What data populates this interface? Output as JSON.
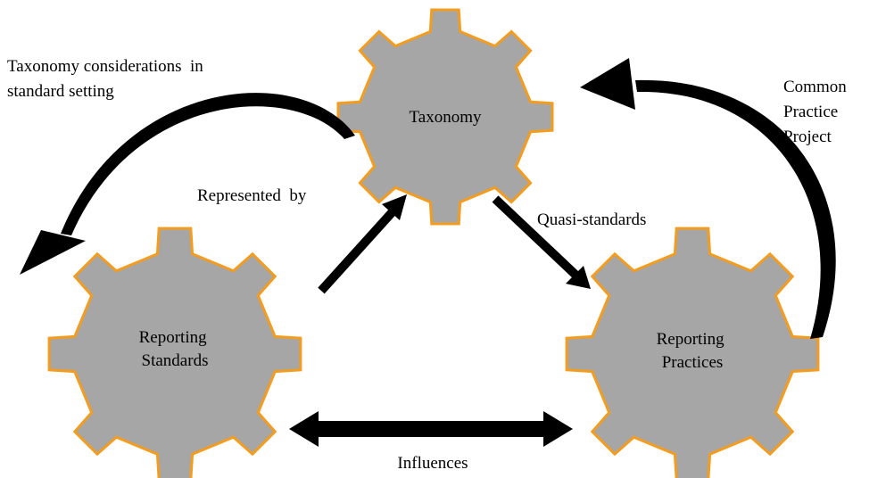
{
  "gears": {
    "taxonomy": {
      "label": [
        "Taxonomy"
      ]
    },
    "standards": {
      "label": [
        "Reporting",
        "Standards"
      ]
    },
    "practices": {
      "label": [
        "Reporting",
        "Practices"
      ]
    }
  },
  "arrows": {
    "taxonomy_to_standards": {
      "label": [
        "Taxonomy considerations  in",
        "standard setting"
      ]
    },
    "practices_to_taxonomy": {
      "label": [
        "Common",
        "Practice",
        "Project"
      ]
    },
    "standards_to_taxonomy": {
      "label": "Represented  by"
    },
    "taxonomy_to_practices": {
      "label": "Quasi-standards"
    },
    "standards_practices": {
      "label": "Influences"
    }
  },
  "colors": {
    "gear_fill": "#a6a6a6",
    "gear_outline": "#f39c1e",
    "arrow": "#000000"
  }
}
